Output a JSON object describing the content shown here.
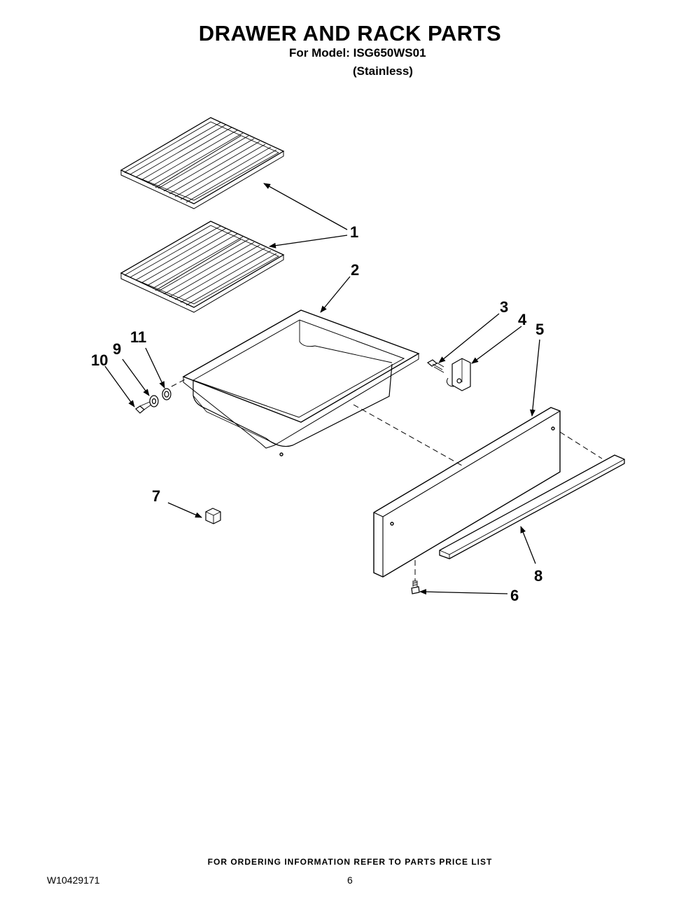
{
  "header": {
    "title": "DRAWER AND RACK PARTS",
    "model_line": "For Model: ISG650WS01",
    "finish_line": "(Stainless)"
  },
  "footer": {
    "note": "FOR ORDERING INFORMATION REFER TO PARTS PRICE LIST",
    "doc_number": "W10429171",
    "page_number": "6"
  },
  "callouts": {
    "c1": "1",
    "c2": "2",
    "c3": "3",
    "c4": "4",
    "c5": "5",
    "c6": "6",
    "c7": "7",
    "c8": "8",
    "c9": "9",
    "c10": "10",
    "c11": "11"
  }
}
